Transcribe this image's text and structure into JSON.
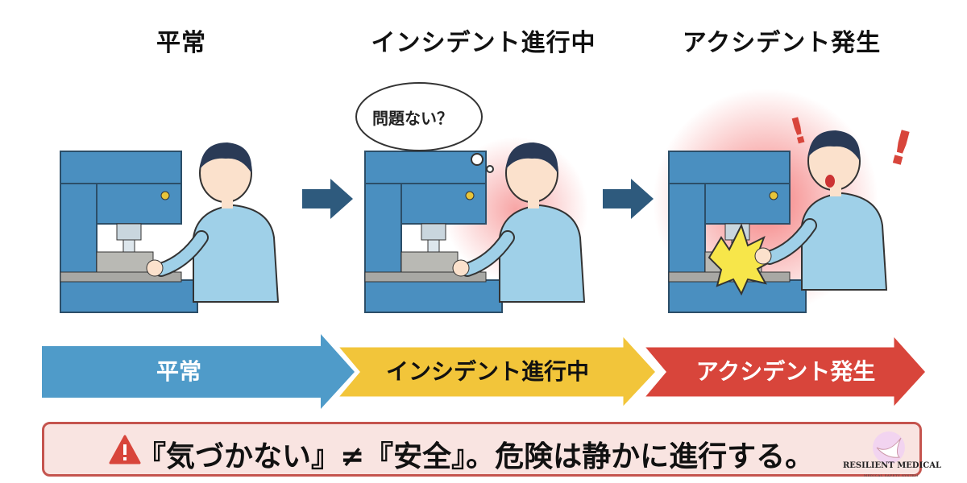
{
  "stages": [
    {
      "title": "平常",
      "flow_label": "平常"
    },
    {
      "title": "インシデント進行中",
      "flow_label": "インシデント進行中",
      "thought": "問題ない？"
    },
    {
      "title": "アクシデント発生",
      "flow_label": "アクシデント発生",
      "exclaim": "!"
    }
  ],
  "message": "『気づかない』≠『安全』。危険は静かに進行する。",
  "logo": {
    "name": "RESILIENT MEDICAL",
    "subtitle": "MEDICAL SAFETY SYSTEM"
  },
  "colors": {
    "normal": "#4f9bc9",
    "incident": "#f2c53a",
    "accident": "#d8453b",
    "machine": "#4a8fc0",
    "arrow": "#2e5a7d"
  }
}
